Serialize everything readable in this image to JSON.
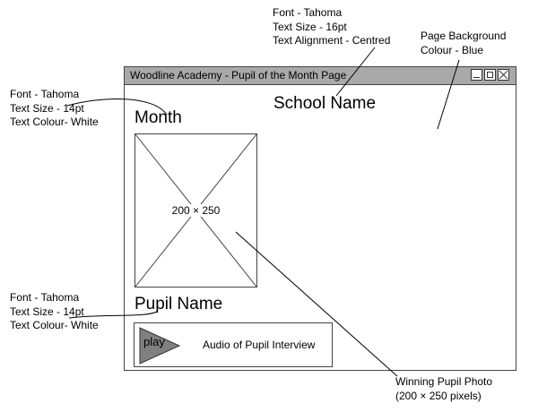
{
  "annotations": {
    "school_name": "Font - Tahoma\nText Size - 16pt\nText Alignment - Centred",
    "page_background": "Page Background\nColour - Blue",
    "month": "Font - Tahoma\nText Size - 14pt\nText Colour- White",
    "pupil_name": "Font - Tahoma\nText Size - 14pt\nText Colour- White",
    "photo": "Winning Pupil Photo\n(200 × 250 pixels)"
  },
  "window": {
    "title": "Woodline Academy - Pupil of the Month Page",
    "buttons": [
      "minimize",
      "maximize",
      "close"
    ]
  },
  "page": {
    "school_name": "School Name",
    "month": "Month",
    "photo_placeholder": "200 × 250",
    "pupil_name": "Pupil Name",
    "play_label": "play",
    "audio_label": "Audio of Pupil Interview"
  }
}
